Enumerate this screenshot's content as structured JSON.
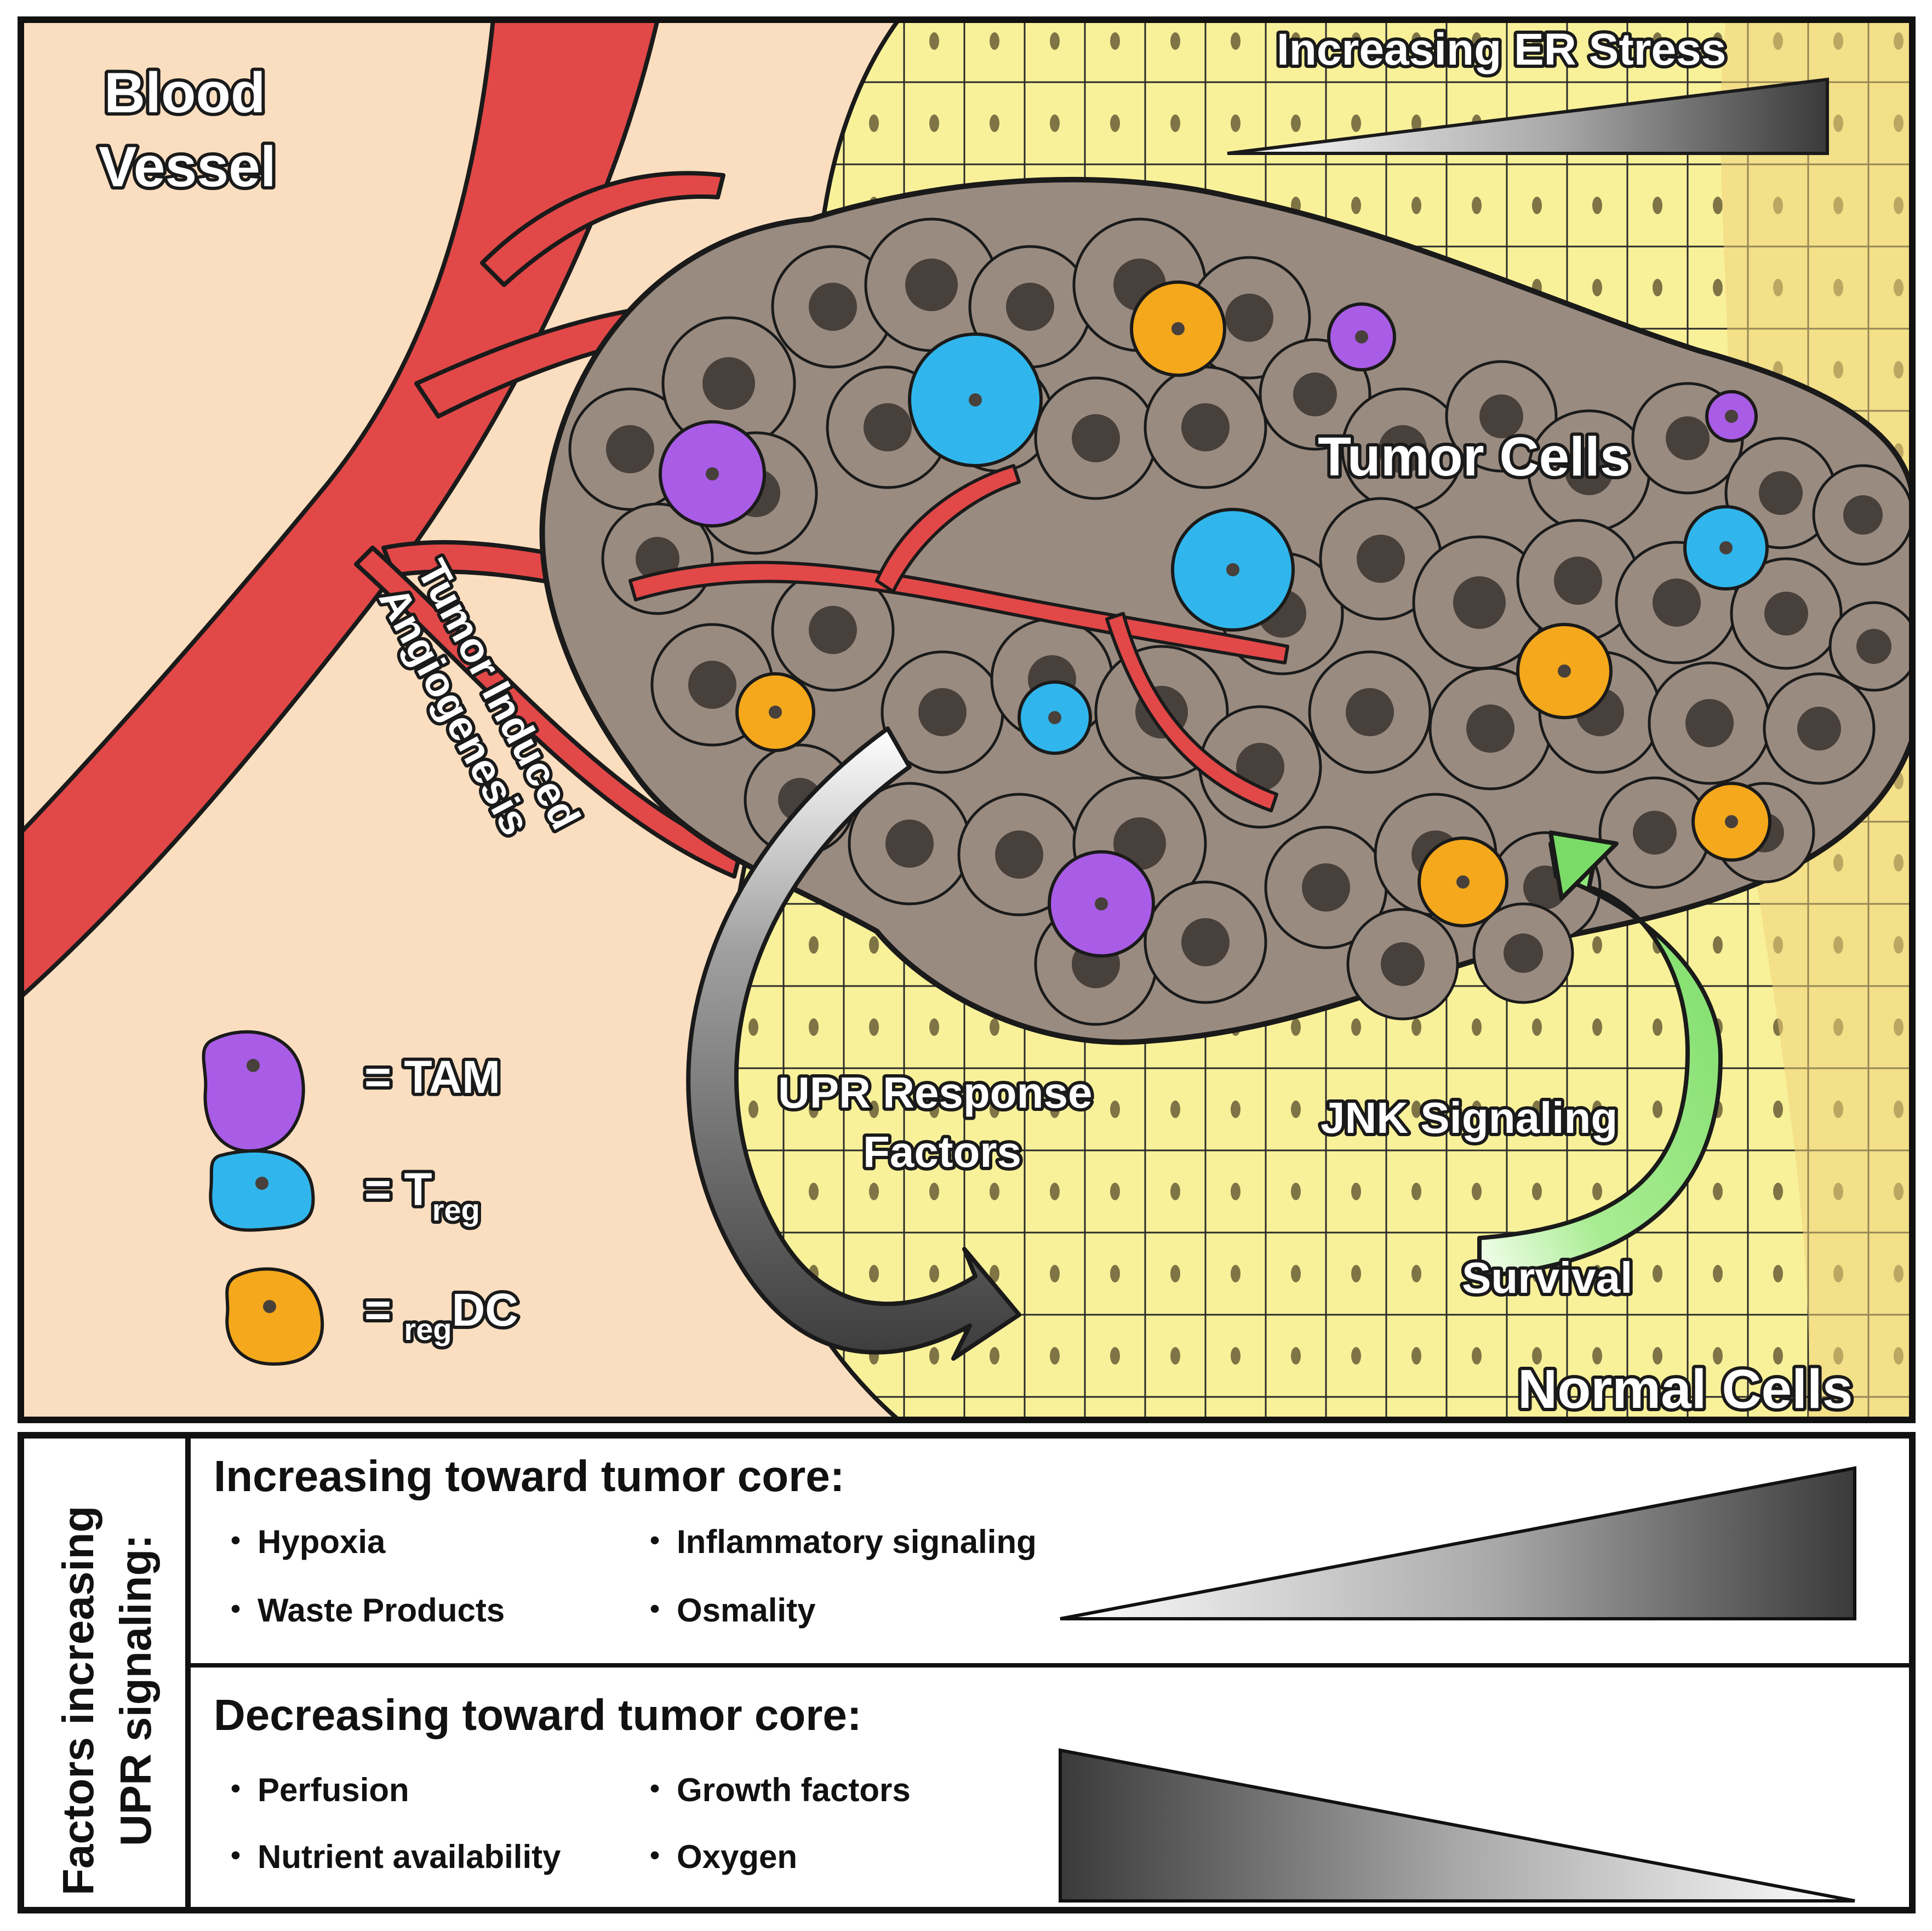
{
  "colors": {
    "background_tissue": "#fbdec0",
    "normal_cells": "#f9f199",
    "tumor_cells": "#9a8b80",
    "nucleus": "#48403b",
    "blood_vessel": "#e24848",
    "tam": "#a95ce6",
    "treg": "#30b6ec",
    "regdc": "#f5a81b",
    "jnk_arrow": "#7fdc6e",
    "upr_arrow": "#5a5a5a"
  },
  "diagram": {
    "er_stress_label": "Increasing ER Stress",
    "blood_vessel_label_line1": "Blood",
    "blood_vessel_label_line2": "Vessel",
    "tumor_cells_label": "Tumor Cells",
    "angiogenesis_label_line1": "Tumor Induced",
    "angiogenesis_label_line2": "Angiogenesis",
    "upr_label_line1": "UPR Response",
    "upr_label_line2": "Factors",
    "jnk_label": "JNK Signaling",
    "survival_label": "Survival",
    "normal_cells_label": "Normal Cells"
  },
  "legend": {
    "tam": "= TAM",
    "treg_prefix": "= T",
    "treg_sub": "reg",
    "regdc_prefix": "= ",
    "regdc_sub": "reg",
    "regdc_suffix": "DC"
  },
  "factors_panel": {
    "side_label_line1": "Factors increasing",
    "side_label_line2": "UPR signaling:",
    "increasing": {
      "heading": "Increasing toward tumor core:",
      "items": [
        "Hypoxia",
        "Inflammatory signaling",
        "Waste Products",
        "Osmality"
      ]
    },
    "decreasing": {
      "heading": "Decreasing toward tumor core:",
      "items": [
        "Perfusion",
        "Growth factors",
        "Nutrient availability",
        "Oxygen"
      ]
    },
    "bullet": "・"
  }
}
